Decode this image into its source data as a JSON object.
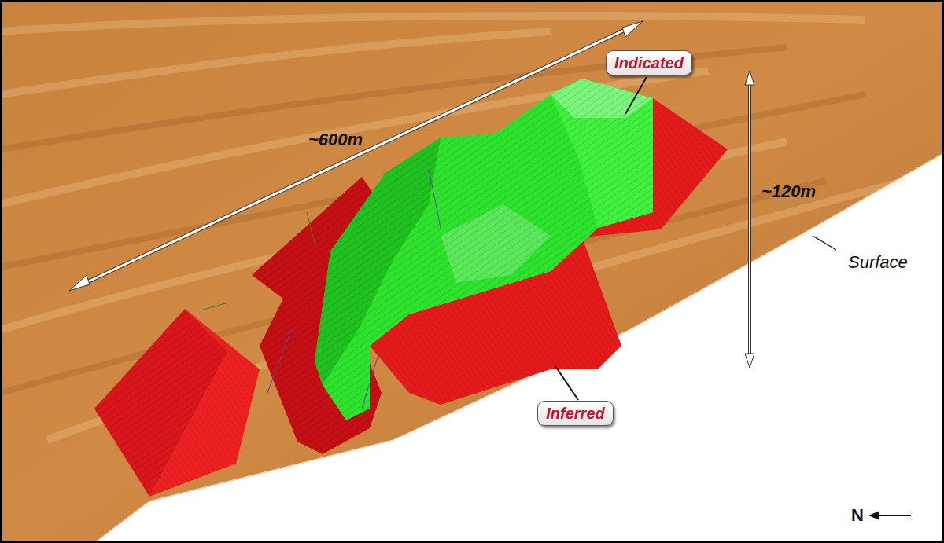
{
  "diagram": {
    "nodes": [
      {
        "text": [
          "Indicated"
        ]
      },
      {
        "text": [
          "Inferred"
        ]
      }
    ],
    "labels": [
      "~600m",
      "~120m",
      "Surface",
      "N"
    ]
  }
}
